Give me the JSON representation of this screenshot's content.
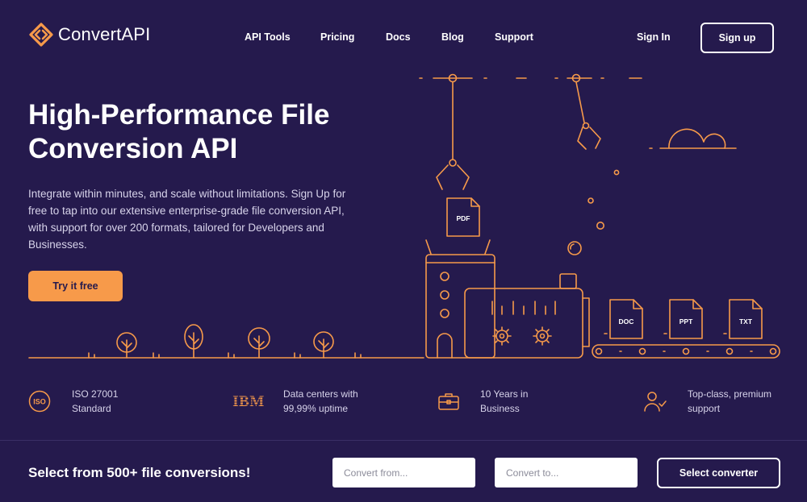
{
  "brand": {
    "name": "ConvertAPI"
  },
  "nav": {
    "items": [
      "API Tools",
      "Pricing",
      "Docs",
      "Blog",
      "Support"
    ],
    "sign_in": "Sign In",
    "sign_up": "Sign up"
  },
  "hero": {
    "title_line1": "High-Performance File",
    "title_line2": "Conversion API",
    "description": "Integrate within minutes, and scale without limitations. Sign Up for free to tap into our extensive enterprise-grade file conversion API, with support for over 200 formats, tailored for Developers and Businesses.",
    "cta": "Try it free"
  },
  "illustration": {
    "file_labels": [
      "PDF",
      "DOC",
      "PPT",
      "TXT"
    ]
  },
  "features": [
    {
      "icon": "iso-badge-icon",
      "line1": "ISO 27001",
      "line2": "Standard"
    },
    {
      "icon": "ibm-logo-icon",
      "logo_text": "IBM",
      "line1": "Data centers with",
      "line2": "99,99% uptime"
    },
    {
      "icon": "briefcase-icon",
      "line1": "10 Years in",
      "line2": "Business"
    },
    {
      "icon": "user-check-icon",
      "line1": "Top-class, premium",
      "line2": "support"
    }
  ],
  "converter": {
    "title": "Select from 500+ file conversions!",
    "from_placeholder": "Convert from...",
    "to_placeholder": "Convert to...",
    "button": "Select converter"
  },
  "colors": {
    "background": "#251a4d",
    "accent": "#f79a4a",
    "text": "#ffffff"
  }
}
